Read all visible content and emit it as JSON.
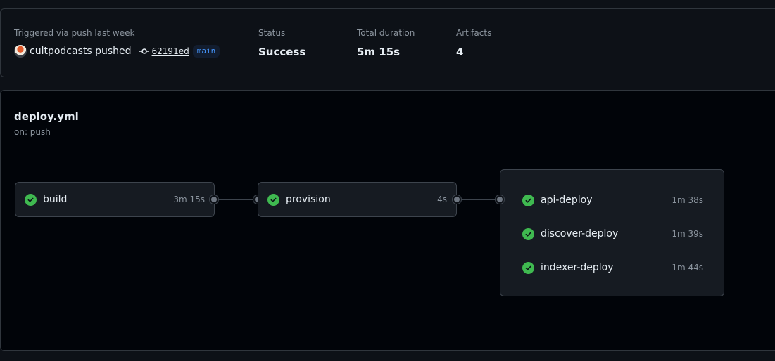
{
  "summary": {
    "trigger_label": "Triggered via push last week",
    "actor": "cultpodcasts pushed",
    "commit_sha": "62191ed",
    "branch": "main",
    "status_label": "Status",
    "status_value": "Success",
    "duration_label": "Total duration",
    "duration_value": "5m 15s",
    "artifacts_label": "Artifacts",
    "artifacts_value": "4"
  },
  "workflow": {
    "title": "deploy.yml",
    "trigger": "on: push",
    "jobs": [
      {
        "name": "build",
        "duration": "3m 15s",
        "status": "success"
      },
      {
        "name": "provision",
        "duration": "4s",
        "status": "success"
      }
    ],
    "group_jobs": [
      {
        "name": "api-deploy",
        "duration": "1m 38s",
        "status": "success"
      },
      {
        "name": "discover-deploy",
        "duration": "1m 39s",
        "status": "success"
      },
      {
        "name": "indexer-deploy",
        "duration": "1m 44s",
        "status": "success"
      }
    ]
  },
  "colors": {
    "success": "#3fb950",
    "link": "#4493f8",
    "background": "#0d1117",
    "graph_background": "#010409"
  }
}
